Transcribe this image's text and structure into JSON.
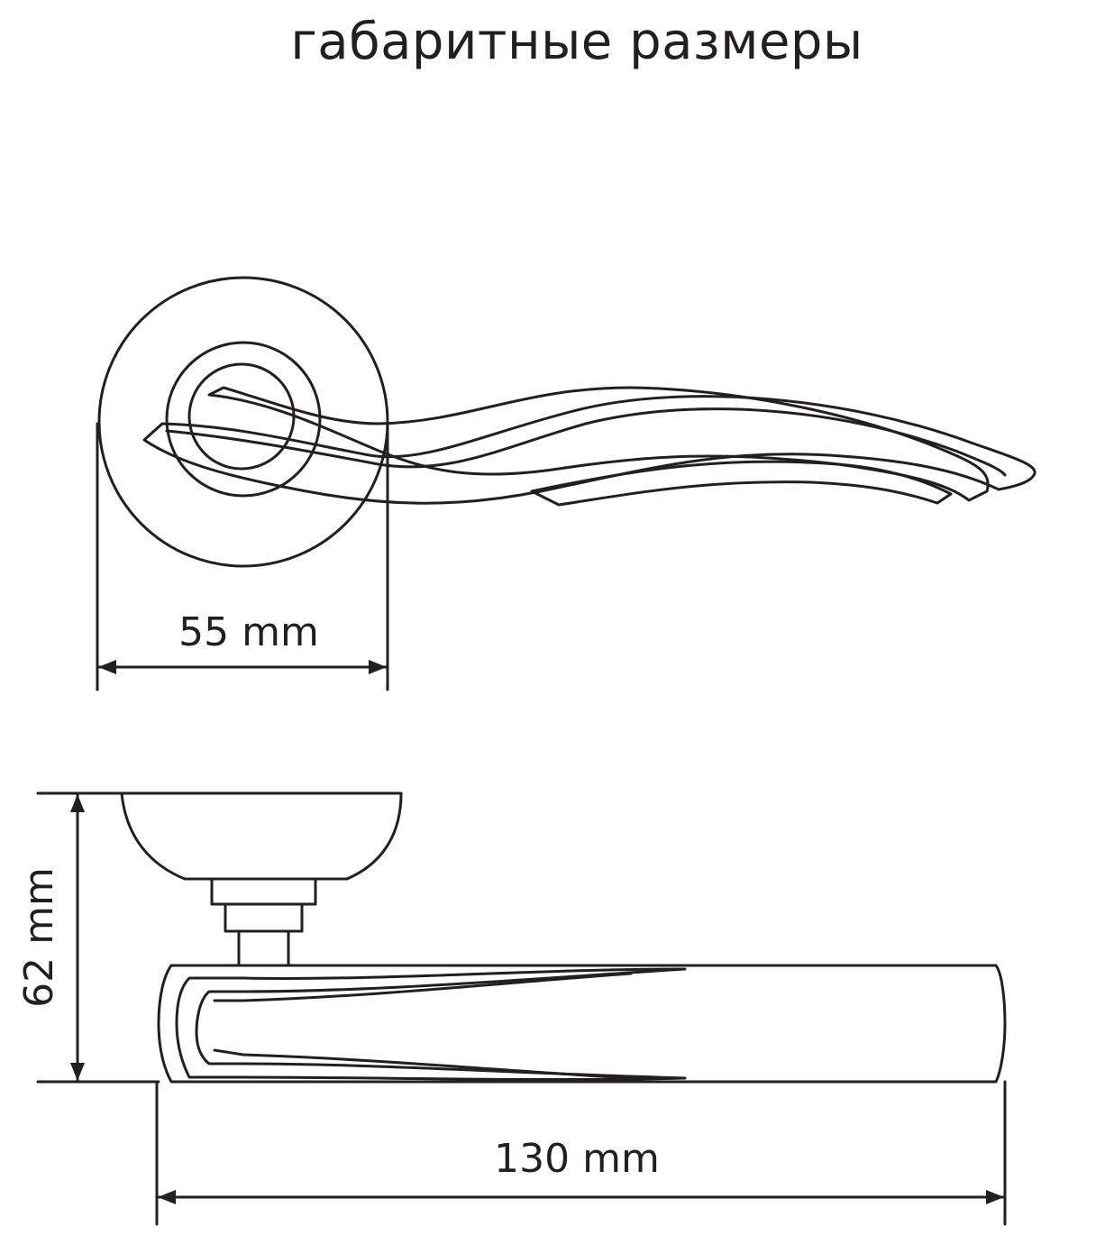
{
  "title": "габаритные размеры",
  "dimensions": {
    "rose_diameter": "55 mm",
    "height": "62 mm",
    "length": "130 mm"
  },
  "colors": {
    "line": "#231f20",
    "background": "#ffffff"
  }
}
